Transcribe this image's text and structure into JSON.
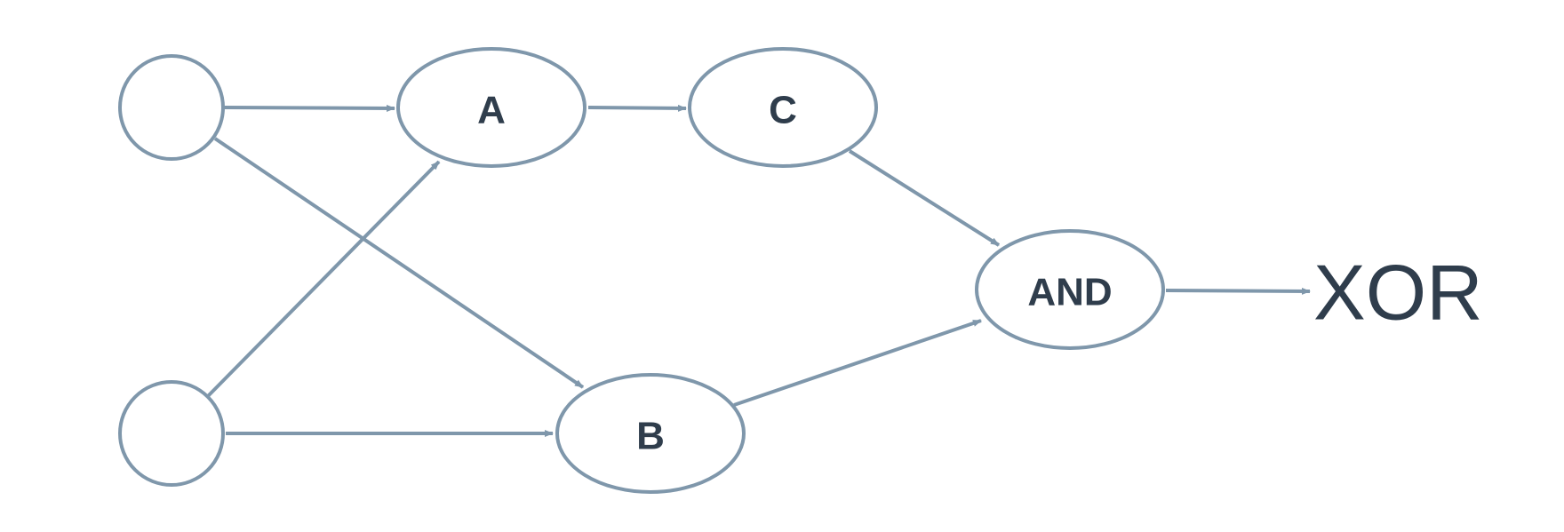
{
  "diagram": {
    "colors": {
      "edge": "#7f97ab",
      "label": "#2f3d4c",
      "background": "#ffffff"
    },
    "nodes": [
      {
        "id": "input1",
        "label": ""
      },
      {
        "id": "input2",
        "label": ""
      },
      {
        "id": "A",
        "label": "A"
      },
      {
        "id": "C",
        "label": "C"
      },
      {
        "id": "B",
        "label": "B"
      },
      {
        "id": "AND",
        "label": "AND"
      }
    ],
    "edges": [
      {
        "from": "input1",
        "to": "A"
      },
      {
        "from": "input1",
        "to": "B"
      },
      {
        "from": "input2",
        "to": "A"
      },
      {
        "from": "input2",
        "to": "B"
      },
      {
        "from": "A",
        "to": "C"
      },
      {
        "from": "C",
        "to": "AND"
      },
      {
        "from": "B",
        "to": "AND"
      },
      {
        "from": "AND",
        "to": "output"
      }
    ],
    "output_label": "XOR"
  }
}
